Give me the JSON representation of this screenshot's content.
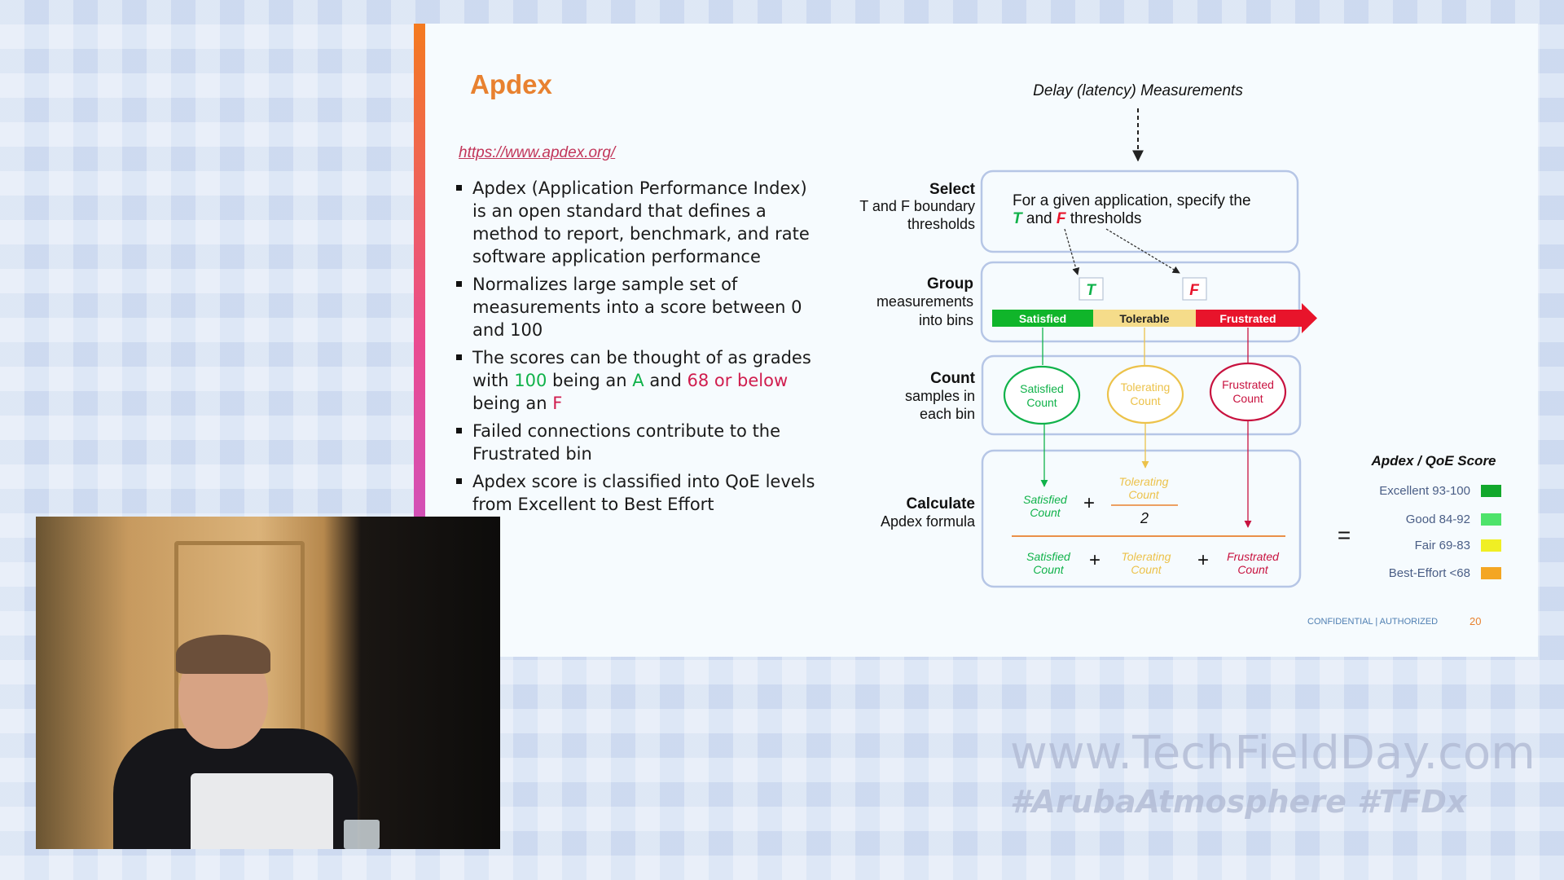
{
  "slide": {
    "title": "Apdex",
    "link": "https://www.apdex.org/",
    "bullets": [
      "Apdex (Application Performance Index) is an open standard that defines a method to report, benchmark, and rate software application performance",
      "Normalizes large sample set of measurements into a score between 0 and 100",
      {
        "before": "The scores can be thought of as grades with ",
        "hundred": "100",
        "mid1": " being an ",
        "gradeA": "A",
        "mid2": " and ",
        "below": "68 or below",
        "mid3": " being an ",
        "gradeF": "F"
      },
      "Failed connections contribute to the Frustrated bin",
      "Apdex score is classified into QoE levels from Excellent to Best Effort"
    ],
    "footer": {
      "confidential": "CONFIDENTIAL | AUTHORIZED",
      "page": "20"
    }
  },
  "diagram": {
    "measurements_label": "Delay (latency) Measurements",
    "steps": [
      {
        "title": "Select",
        "lines": [
          "T and F boundary",
          "thresholds"
        ]
      },
      {
        "title": "Group",
        "lines": [
          "measurements",
          "into bins"
        ]
      },
      {
        "title": "Count",
        "lines": [
          "samples in",
          "each bin"
        ]
      },
      {
        "title": "Calculate",
        "lines": [
          "Apdex formula"
        ]
      }
    ],
    "select_text": {
      "line1": "For a given application, specify the",
      "t": "T",
      "and": "and",
      "f": "F",
      "thresholds": "thresholds"
    },
    "bins": [
      {
        "label": "Satisfied",
        "color": "#10b52a"
      },
      {
        "label": "Tolerable",
        "color": "#f5dc8a"
      },
      {
        "label": "Frustrated",
        "color": "#e8142b"
      }
    ],
    "markers": {
      "t": "T",
      "f": "F"
    },
    "counts": [
      {
        "lines": [
          "Satisfied",
          "Count"
        ],
        "color": "#10b24a"
      },
      {
        "lines": [
          "Tolerating",
          "Count"
        ],
        "color": "#ecc24a"
      },
      {
        "lines": [
          "Frustrated",
          "Count"
        ],
        "color": "#c8123f"
      }
    ],
    "formula": {
      "satisfied": [
        "Satisfied",
        "Count"
      ],
      "tolerating": [
        "Tolerating",
        "Count"
      ],
      "frustrated": [
        "Frustrated",
        "Count"
      ],
      "plus": "+",
      "divisor": "2",
      "equals": "="
    },
    "score": {
      "title": "Apdex / QoE Score",
      "levels": [
        {
          "label": "Excellent 93-100",
          "color": "#12a82c"
        },
        {
          "label": "Good 84-92",
          "color": "#4ee36a"
        },
        {
          "label": "Fair 69-83",
          "color": "#f0ef24"
        },
        {
          "label": "Best-Effort <68",
          "color": "#f4a623"
        }
      ]
    },
    "colors": {
      "green": "#10b24a",
      "yellow": "#ecc24a",
      "red": "#c8123f",
      "box_border": "#b6c6e6"
    }
  },
  "watermark": {
    "url": "www.TechFieldDay.com",
    "tags": "#ArubaAtmosphere #TFDx"
  }
}
